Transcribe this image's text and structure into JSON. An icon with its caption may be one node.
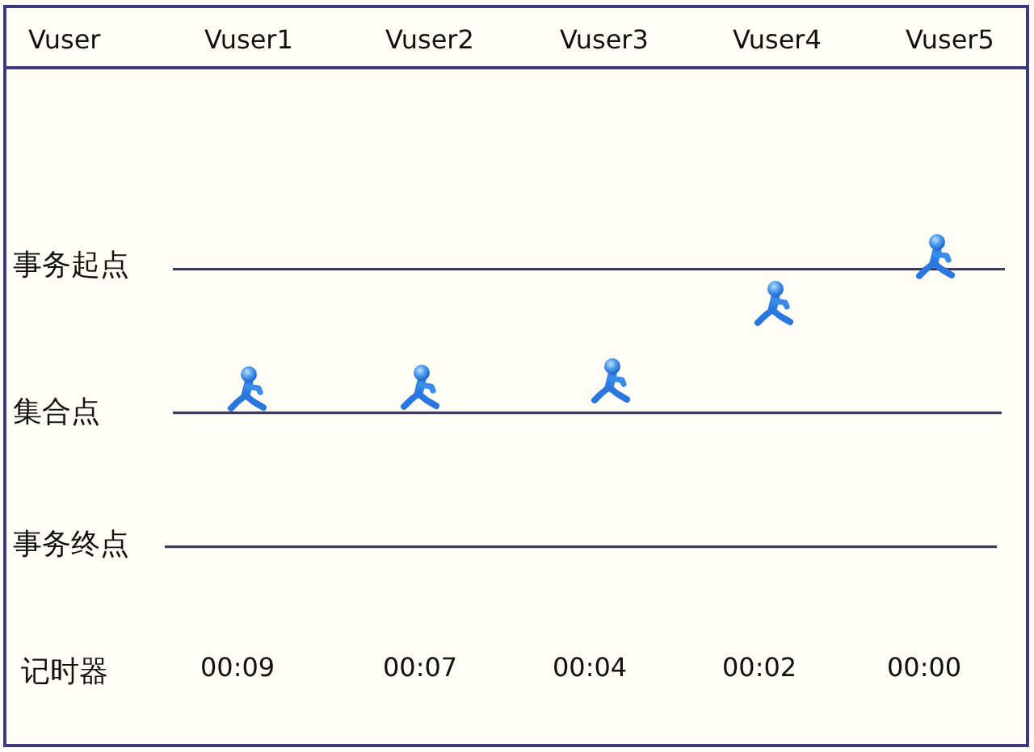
{
  "diagram": {
    "labels": [
      "Vuser",
      "Vuser1",
      "Vuser2",
      "Vuser3",
      "Vuser4",
      "Vuser5",
      "事务起点",
      "集合点",
      "事务终点",
      "记时器",
      "00:09",
      "00:07",
      "00:04",
      "00:02",
      "00:00"
    ]
  }
}
